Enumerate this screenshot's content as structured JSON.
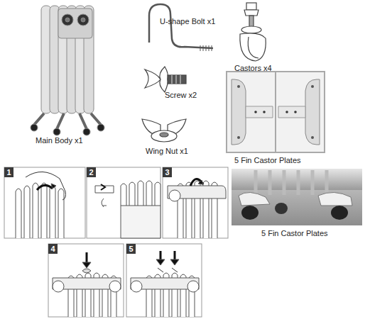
{
  "diagram": {
    "labels": [
      "U-shape Bolt x1",
      "Castors x4",
      "Screw x2",
      "Main Body x1",
      "Wing Nut x1",
      "5 Fin Castor Plates",
      "1",
      "2",
      "3",
      "4",
      "5",
      "5 Fin Castor Plates"
    ]
  }
}
